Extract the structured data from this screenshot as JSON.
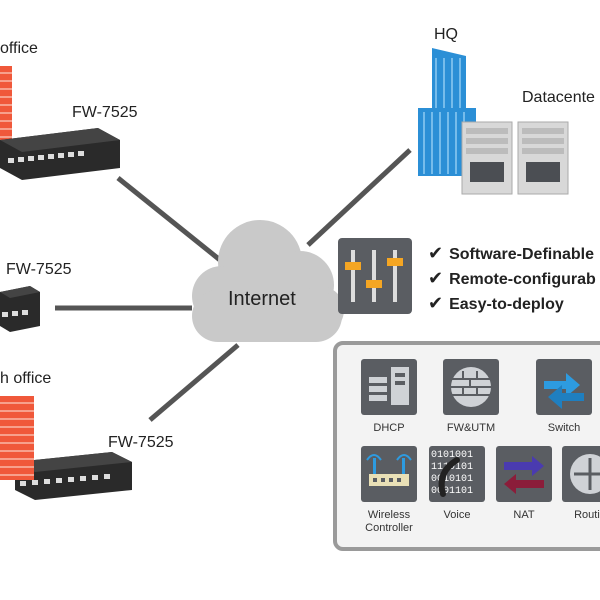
{
  "sites": {
    "top_office_label": "office",
    "top_device_label": "FW-7525",
    "mid_device_label": "FW-7525",
    "bottom_office_label": "h office",
    "bottom_device_label": "FW-7525"
  },
  "hq": {
    "hq_label": "HQ",
    "datacenter_label": "Datacente"
  },
  "cloud": {
    "label": "Internet"
  },
  "features": [
    "Software-Definable",
    "Remote-configurab",
    "Easy-to-deploy"
  ],
  "functions": [
    {
      "label": "DHCP",
      "icon": "dhcp-server-icon"
    },
    {
      "label": "FW&UTM",
      "icon": "firewall-icon"
    },
    {
      "label": "Switch",
      "icon": "switch-arrows-icon"
    },
    {
      "label": "Wireless\nController",
      "icon": "wireless-controller-icon"
    },
    {
      "label": "Voice",
      "icon": "voice-icon"
    },
    {
      "label": "NAT",
      "icon": "nat-arrows-icon"
    },
    {
      "label": "Routin",
      "icon": "router-icon"
    }
  ],
  "voice_binary": [
    "0101001",
    "1110101",
    "0010101",
    "0001101"
  ],
  "colors": {
    "building": "#f0583a",
    "hq_building": "#2b8fd6",
    "line": "#555555",
    "cloud": "#c9c9c9",
    "tile": "#5a5d62",
    "switch_accent": "#2d9be0",
    "nat_top": "#4a3bb0",
    "nat_bottom": "#8b1d3a",
    "fader": "#f5a623"
  }
}
